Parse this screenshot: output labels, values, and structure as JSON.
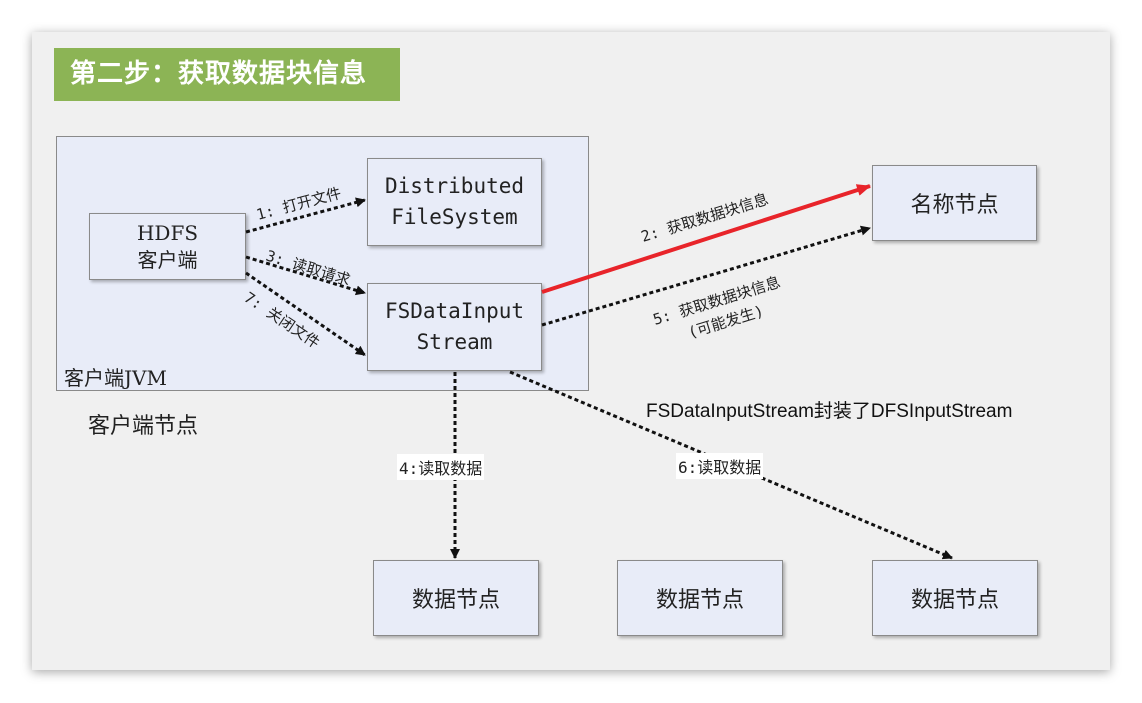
{
  "title": "第二步：获取数据块信息",
  "client_jvm_label": "客户端JVM",
  "client_node_label": "客户端节点",
  "hdfs_client": {
    "line1": "HDFS",
    "line2": "客户端"
  },
  "distributed_fs": {
    "line1": "Distributed",
    "line2": "FileSystem"
  },
  "fsdata": {
    "line1": "FSDataInput",
    "line2": "Stream"
  },
  "name_node": "名称节点",
  "data_nodes": [
    "数据节点",
    "数据节点",
    "数据节点"
  ],
  "note": "FSDataInputStream封装了DFSInputStream",
  "arrow_labels": {
    "open_file": "1: 打开文件",
    "read_request": "3: 读取请求",
    "close_file": "7: 关闭文件",
    "get_block_info": "2: 获取数据块信息",
    "get_block_info_maybe_1": "5: 获取数据块信息",
    "get_block_info_maybe_2": "(可能发生)",
    "read_data_4": "4:读取数据",
    "read_data_6": "6:读取数据"
  },
  "colors": {
    "title_bg": "#8cb455",
    "box_fill": "#e8ecf8",
    "red_arrow": "#e8242a"
  }
}
